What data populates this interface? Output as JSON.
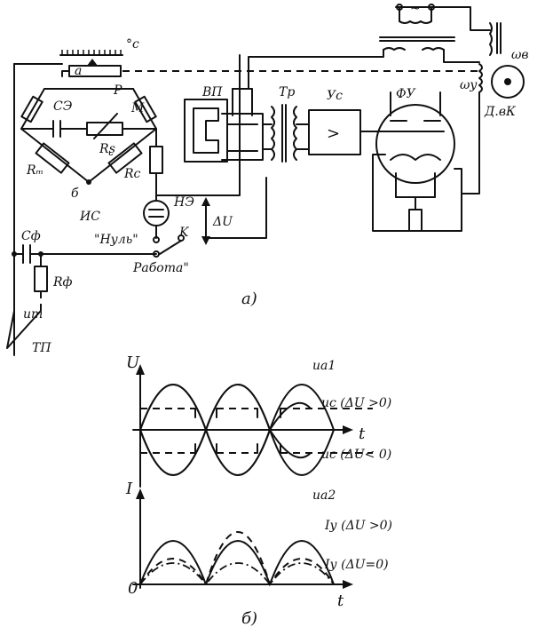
{
  "circuit": {
    "labels": {
      "deg_c": "°c",
      "a": "а",
      "p": "P",
      "c3": "СЭ",
      "m": "М",
      "rs": "Rʂ",
      "rm": "Rₘ",
      "rc": "Rс",
      "b": "б",
      "is": "ИС",
      "ne": "НЭ",
      "du": "ΔU",
      "nul": "\"Нуль\"",
      "k": "K",
      "rabota": "Работа\"",
      "cf": "Cф",
      "rf": "Rф",
      "ut": "uт",
      "tp": "ТП",
      "vp": "ВП",
      "tr": "Тр",
      "uc_box": "Уc",
      "amp_symbol": ">",
      "fu": "ФУ",
      "wy": "ωу",
      "wv": "ωв",
      "dvk": "Д.вК",
      "ac": "~",
      "part_a": "а)"
    }
  },
  "graph": {
    "u_axis": "U",
    "i_axis": "I",
    "t1": "t",
    "t2": "t",
    "zero": "0",
    "ua1": "uа1",
    "uc_pos": "uc (ΔU >0)",
    "uc_neg": "uc (ΔU< 0)",
    "ua2": "uа2",
    "iy_pos": "Iу (ΔU >0)",
    "iy_zero": "Iу (ΔU=0)",
    "part_b": "б)"
  }
}
